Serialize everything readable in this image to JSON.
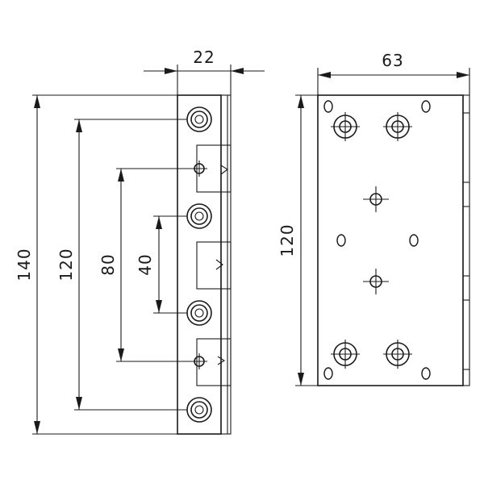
{
  "dimensions": {
    "side_view": {
      "overall_height": "140",
      "hole_pitch_outer": "120",
      "hole_pitch_middle": "80",
      "hole_pitch_inner": "40",
      "leaf_thickness": "22"
    },
    "front_view": {
      "width": "63",
      "height": "120"
    }
  }
}
